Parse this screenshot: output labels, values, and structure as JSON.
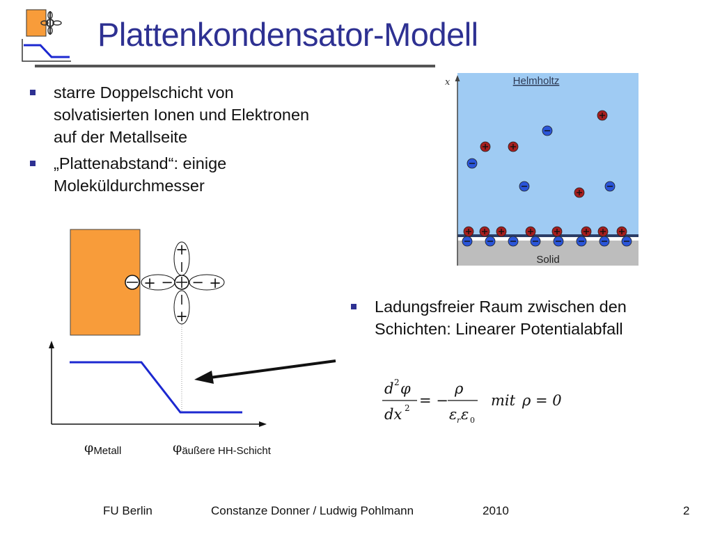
{
  "slide": {
    "title": "Plattenkondensator-Modell",
    "bullets_left": [
      "starre Doppelschicht von solvatisierten Ionen und Elektronen auf der Metallseite",
      "„Plattenabstand“: einige Moleküldurchmesser"
    ],
    "bullets_right": [
      "Ladungsfreier Raum zwischen den Schichten: Linearer Potentialabfall"
    ]
  },
  "figure_helmholtz": {
    "axis_label": "x",
    "top_label": "Helmholtz",
    "bottom_label": "Solid",
    "plus_sign": "+",
    "minus_sign": "−",
    "colors": {
      "liquid": "#9fcbf3",
      "solid": "#bdbdbd",
      "cation": "#a61e1e",
      "anion": "#2a55d8"
    }
  },
  "diagram_left": {
    "dipole_signs": {
      "plus": "+",
      "minus": "−"
    },
    "phi_symbol": "φ",
    "label_metal": "Metall",
    "label_outer": "äußere HH-Schicht",
    "colors": {
      "electrode": "#f89c3a",
      "potential_line": "#1c28d0"
    }
  },
  "equation": {
    "lhs_num_d": "d",
    "lhs_num_exp": "2",
    "lhs_num_var": "φ",
    "lhs_den": "dx",
    "lhs_den_exp": "2",
    "equals_minus": "= −",
    "rhs_num": "ρ",
    "rhs_den_eps": "ε",
    "rhs_den_sub_r": "r",
    "rhs_den_sub_0": "0",
    "mit": "mit",
    "condition": "ρ = 0"
  },
  "footer": {
    "org": "FU Berlin",
    "authors": "Constanze Donner / Ludwig Pohlmann",
    "year": "2010",
    "page": "2"
  }
}
